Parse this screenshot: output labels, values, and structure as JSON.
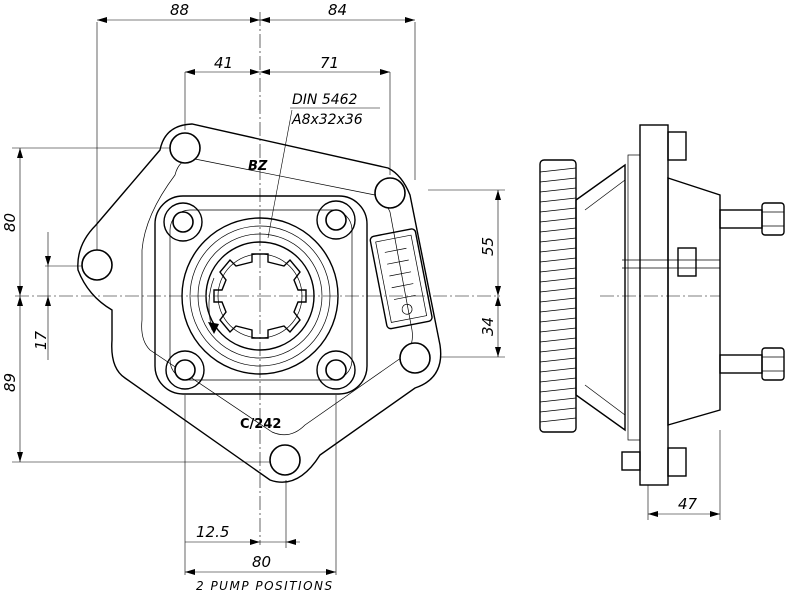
{
  "dimensions": {
    "top_left": "88",
    "top_right": "84",
    "inner_left": "41",
    "inner_right": "71",
    "left_upper": "80",
    "left_mid": "17",
    "left_lower": "89",
    "right_upper": "55",
    "right_lower": "34",
    "bottom_small": "12.5",
    "bottom_width": "80",
    "side_depth": "47"
  },
  "labels": {
    "spline_standard": "DIN 5462",
    "spline_spec": "A8x32x36",
    "part_code": "C/242",
    "brand_mark": "BZ",
    "pump_positions": "2 PUMP POSITIONS"
  }
}
